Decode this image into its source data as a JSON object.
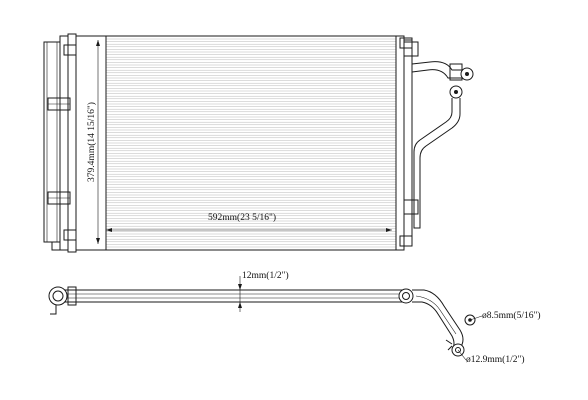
{
  "dimensions": {
    "width_label": "592mm(23 5/16\")",
    "height_label": "379.4mm(14 15/16\")",
    "thickness_label": "12mm(1/2\")",
    "fitting_small_label": "ø8.5mm(5/16\")",
    "fitting_large_label": "ø12.9mm(1/2\")"
  },
  "colors": {
    "line": "#1a1a1a",
    "fin": "#9a9a9a",
    "background": "#ffffff"
  }
}
